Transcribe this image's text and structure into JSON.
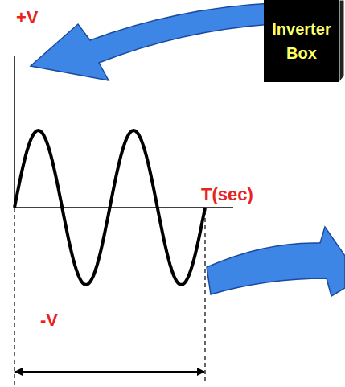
{
  "diagram": {
    "nodes": [
      {
        "text": [
          "Inverter Box"
        ]
      }
    ],
    "labels": [
      "+V",
      "T(sec)",
      "-V"
    ]
  }
}
